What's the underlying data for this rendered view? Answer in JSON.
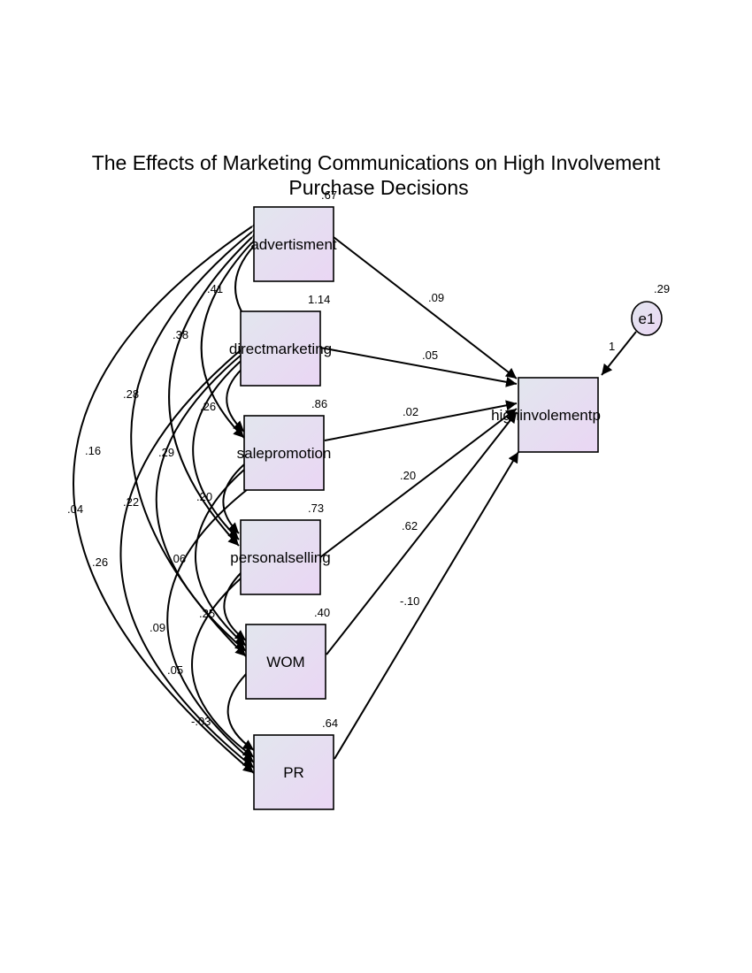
{
  "title": {
    "line1": "The Effects of Marketing Communications on High Involvement",
    "line2": "Purchase Decisions"
  },
  "colors": {
    "node_top": "#e2e6ee",
    "node_bottom": "#ead6f4",
    "stroke": "#000000"
  },
  "nodes": {
    "advertisment": {
      "label": "advertisment",
      "variance": ".67"
    },
    "directmarketing": {
      "label": "directmarketing",
      "variance": "1.14"
    },
    "salepromotion": {
      "label": "salepromotion",
      "variance": ".86"
    },
    "personalselling": {
      "label": "personalselling",
      "variance": ".73"
    },
    "wom": {
      "label": "WOM",
      "variance": ".40"
    },
    "pr": {
      "label": "PR",
      "variance": ".64"
    },
    "highinvolvement": {
      "label": "highinvolementp"
    },
    "e1": {
      "label": "e1",
      "variance": ".29"
    }
  },
  "paths": {
    "advertisment": ".09",
    "directmarketing": ".05",
    "salepromotion": ".02",
    "personalselling": ".20",
    "wom": ".62",
    "pr": "-.10",
    "e1": "1"
  },
  "covariances": {
    "advertisment_directmarketing": ".41",
    "advertisment_salepromotion": ".38",
    "advertisment_personalselling": ".28",
    "advertisment_wom": ".16",
    "advertisment_pr": ".04",
    "directmarketing_salepromotion": ".26",
    "directmarketing_personalselling": ".29",
    "directmarketing_wom": ".22",
    "directmarketing_pr": ".26",
    "salepromotion_personalselling": ".20",
    "salepromotion_wom": ".06",
    "salepromotion_pr": ".09",
    "personalselling_wom": ".25",
    "personalselling_pr": ".05",
    "wom_pr": "-.03"
  }
}
